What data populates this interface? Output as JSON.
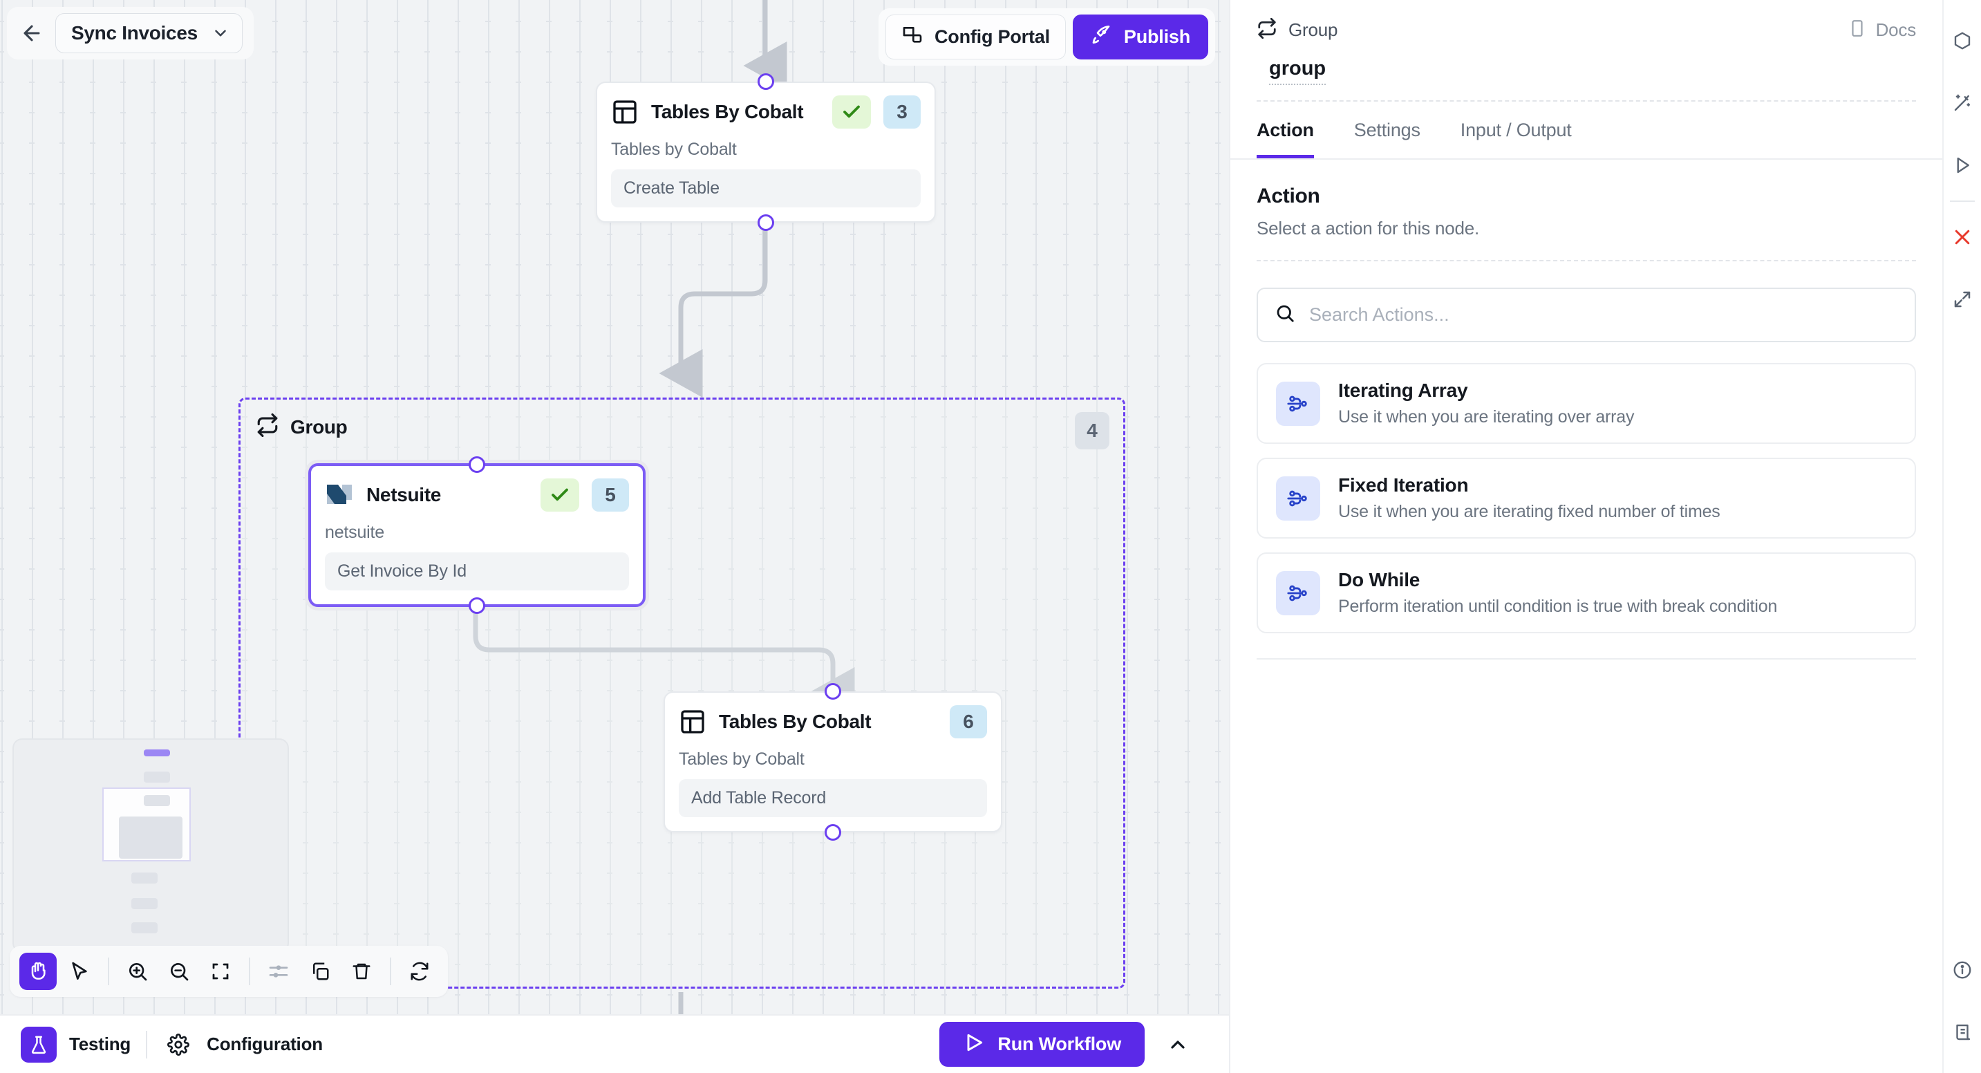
{
  "header": {
    "back_icon": "arrow-left-icon",
    "workflow_name": "Sync Invoices",
    "workflow_chevron_icon": "chevron-down-icon",
    "config_portal_label": "Config Portal",
    "config_portal_icon": "config-portal-icon",
    "publish_label": "Publish",
    "publish_icon": "rocket-icon",
    "publish_color": "#5b29e8"
  },
  "canvas": {
    "background_color": "#f1f3f5",
    "grid_color": "#dfe3e8",
    "edge_color": "#c3c8d0",
    "port_color": "#6b3ff0",
    "nodes": [
      {
        "id": "node-3",
        "icon": "tables-by-cobalt-icon",
        "title": "Tables By Cobalt",
        "subtitle": "Tables by Cobalt",
        "action": "Create Table",
        "status_icon": "check-icon",
        "has_status": true,
        "number": "3",
        "selected": false
      },
      {
        "id": "node-5",
        "icon": "netsuite-icon",
        "title": "Netsuite",
        "subtitle": "netsuite",
        "action": "Get Invoice By Id",
        "status_icon": "check-icon",
        "has_status": true,
        "number": "5",
        "selected": true
      },
      {
        "id": "node-6",
        "icon": "tables-by-cobalt-icon",
        "title": "Tables By Cobalt",
        "subtitle": "Tables by Cobalt",
        "action": "Add Table Record",
        "status_icon": "",
        "has_status": false,
        "number": "6",
        "selected": false
      }
    ],
    "group": {
      "icon": "loop-icon",
      "label": "Group",
      "number": "4",
      "border_color": "#6b3ff0"
    }
  },
  "toolbar": {
    "items": [
      {
        "name": "hand-tool",
        "icon": "hand-icon",
        "active": true
      },
      {
        "name": "select-tool",
        "icon": "cursor-icon",
        "active": false
      },
      {
        "name": "zoom-in",
        "icon": "zoom-in-icon",
        "active": false
      },
      {
        "name": "zoom-out",
        "icon": "zoom-out-icon",
        "active": false
      },
      {
        "name": "fit-view",
        "icon": "fit-view-icon",
        "active": false
      },
      {
        "name": "align",
        "icon": "align-icon",
        "active": false
      },
      {
        "name": "duplicate",
        "icon": "copy-icon",
        "active": false
      },
      {
        "name": "delete",
        "icon": "trash-icon",
        "active": false
      },
      {
        "name": "refresh",
        "icon": "refresh-icon",
        "active": false
      }
    ]
  },
  "bottombar": {
    "flask_icon": "flask-icon",
    "testing_label": "Testing",
    "gear_icon": "gear-icon",
    "configuration_label": "Configuration",
    "run_label": "Run Workflow",
    "run_icon": "play-icon",
    "expand_icon": "chevron-up-icon"
  },
  "panel": {
    "kicker_icon": "loop-icon",
    "kicker_label": "Group",
    "docs_label": "Docs",
    "docs_icon": "book-icon",
    "node_name": "group",
    "tabs": [
      {
        "label": "Action",
        "active": true
      },
      {
        "label": "Settings",
        "active": false
      },
      {
        "label": "Input / Output",
        "active": false
      }
    ],
    "section_title": "Action",
    "section_subtitle": "Select a action for this node.",
    "search": {
      "icon": "search-icon",
      "value": "",
      "placeholder": "Search Actions..."
    },
    "actions": [
      {
        "icon": "iteration-icon",
        "name": "Iterating Array",
        "desc": "Use it when you are iterating over array"
      },
      {
        "icon": "iteration-icon",
        "name": "Fixed Iteration",
        "desc": "Use it when you are iterating fixed number of times"
      },
      {
        "icon": "iteration-icon",
        "name": "Do While",
        "desc": "Perform iteration until condition is true with break condition"
      }
    ]
  },
  "rail": {
    "top_items": [
      {
        "name": "hexagon-icon"
      },
      {
        "name": "magic-wand-icon"
      },
      {
        "name": "play-icon"
      }
    ],
    "mid_items": [
      {
        "name": "close-icon",
        "color": "#e8392c"
      },
      {
        "name": "expand-icon"
      }
    ],
    "bottom_items": [
      {
        "name": "info-icon"
      },
      {
        "name": "logs-icon"
      }
    ]
  }
}
